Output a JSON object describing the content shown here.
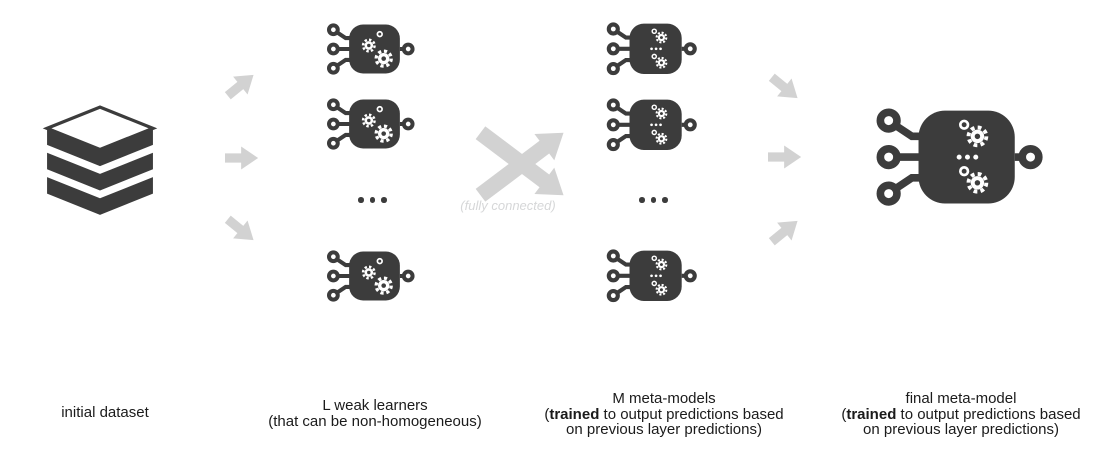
{
  "colors": {
    "dark": "#3c3c3c",
    "arrow": "#d2d2d2",
    "text": "#1b1b1b",
    "faded": "#d6d7d8",
    "background": "#ffffff"
  },
  "captions": {
    "dataset": {
      "line1": "initial dataset"
    },
    "weak_learners": {
      "line1": "L weak learners",
      "line2": "(that can be non-homogeneous)"
    },
    "meta_models": {
      "line1": "M meta-models",
      "line2_pre": "(",
      "line2_bold": "trained",
      "line2_rest": " to output predictions based",
      "line3": "on previous layer predictions)"
    },
    "final_meta_model": {
      "line1": "final meta-model",
      "line2_pre": "(",
      "line2_bold": "trained",
      "line2_rest": " to output predictions based",
      "line3": "on previous layer predictions)"
    }
  },
  "center_label": "(fully connected)",
  "icons": {
    "dataset": "stacked-layers",
    "weak_learner": "chip-with-gears",
    "meta_model": "chip-with-gears-and-ellipsis",
    "final_meta_model": "large-chip-with-gears-and-ellipsis",
    "flow_arrow": "thick-gray-arrow",
    "cross": "crossed-gray-arrows",
    "column_ellipsis": "three-dots"
  }
}
